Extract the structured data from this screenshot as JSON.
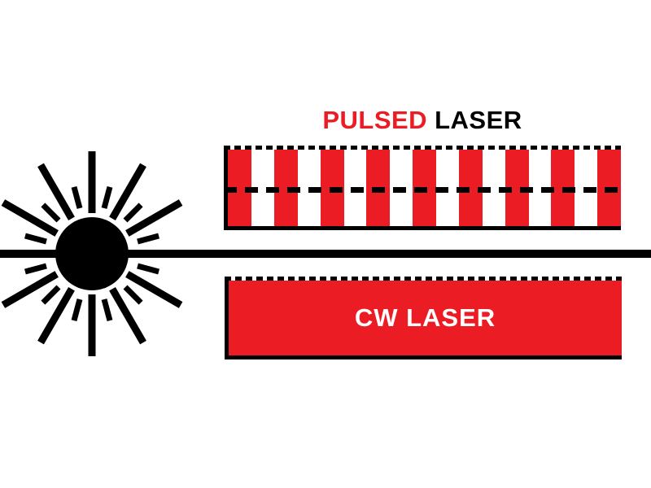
{
  "diagram": {
    "title": {
      "word_red": "PULSED",
      "word_black": "LASER"
    },
    "pulsed_beam": {
      "pulse_count": 9
    },
    "cw_beam": {
      "label": "CW LASER"
    },
    "icons": {
      "source": "laser-starburst-icon"
    },
    "colors": {
      "red": "#EC1C24",
      "black": "#000000",
      "white": "#FFFFFF",
      "background": "#FFFFFF"
    }
  }
}
